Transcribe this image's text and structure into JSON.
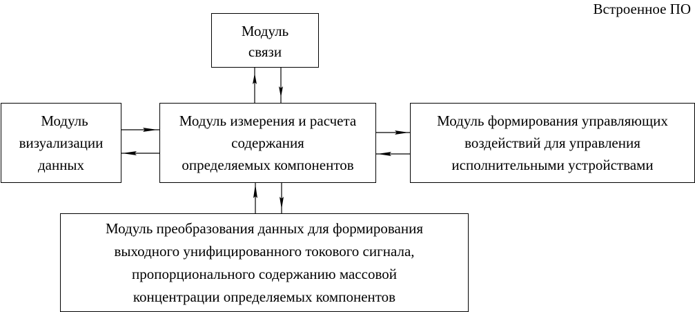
{
  "diagram": {
    "title": "Встроенное ПО",
    "modules": {
      "communication": {
        "lines": [
          "Модуль",
          "связи"
        ]
      },
      "visualization": {
        "lines": [
          "Модуль",
          "визуализации",
          "данных"
        ]
      },
      "measurement": {
        "lines": [
          "Модуль измерения и расчета",
          "содержания",
          "определяемых компонентов"
        ]
      },
      "control": {
        "lines": [
          "Модуль формирования управляющих",
          "воздействий для управления",
          "исполнительными устройствами"
        ]
      },
      "conversion": {
        "lines": [
          "Модуль преобразования данных для формирования",
          "выходного унифицированного токового сигнала,",
          "пропорционального содержанию массовой",
          "концентрации определяемых компонентов"
        ]
      }
    },
    "connections": [
      {
        "from": "measurement",
        "to": "communication"
      },
      {
        "from": "communication",
        "to": "measurement"
      },
      {
        "from": "visualization",
        "to": "measurement"
      },
      {
        "from": "measurement",
        "to": "visualization"
      },
      {
        "from": "measurement",
        "to": "control"
      },
      {
        "from": "control",
        "to": "measurement"
      },
      {
        "from": "conversion",
        "to": "measurement"
      },
      {
        "from": "measurement",
        "to": "conversion"
      }
    ]
  }
}
